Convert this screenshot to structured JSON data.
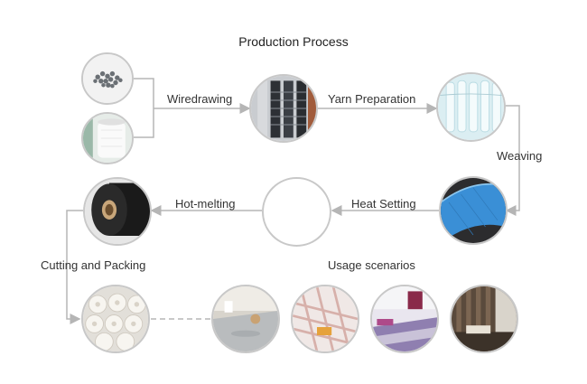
{
  "title": "Production Process",
  "steps": {
    "wiredrawing": "Wiredrawing",
    "yarn_preparation": "Yarn Preparation",
    "weaving": "Weaving",
    "heat_setting": "Heat Setting",
    "hot_melting": "Hot-melting",
    "cutting_packing": "Cutting and Packing",
    "usage_scenarios": "Usage scenarios"
  },
  "colors": {
    "line": "#b5b5b5",
    "arrow": "#b5b5b5",
    "node_border": "#c8c8c8",
    "mesh_blue": "#3a8fd6"
  }
}
